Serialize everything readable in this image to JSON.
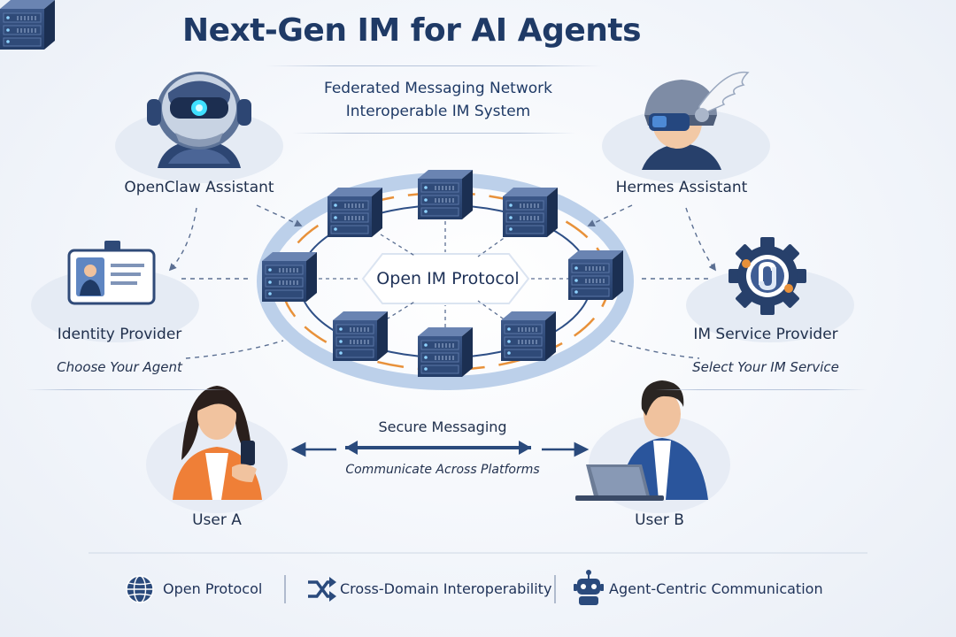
{
  "header": {
    "title": "Next-Gen IM for AI Agents",
    "subtitle_line1": "Federated Messaging Network",
    "subtitle_line2": "Interoperable IM System"
  },
  "nodes": {
    "openclaw": "OpenClaw Assistant",
    "hermes": "Hermes Assistant",
    "identity_provider": "Identity Provider",
    "identity_caption": "Choose Your Agent",
    "im_service_provider": "IM Service Provider",
    "im_service_caption": "Select Your IM Service",
    "protocol": "Open IM Protocol",
    "user_a": "User A",
    "user_b": "User B"
  },
  "messaging": {
    "title": "Secure Messaging",
    "caption": "Communicate Across Platforms"
  },
  "footer": [
    {
      "icon": "globe-icon",
      "label": "Open Protocol"
    },
    {
      "icon": "cross-arrows-icon",
      "label": "Cross-Domain Interoperability"
    },
    {
      "icon": "robot-icon",
      "label": "Agent-Centric Communication"
    }
  ],
  "colors": {
    "navy": "#1f3a66",
    "accent_orange": "#e8913a",
    "ring_blue": "#a9c0e0",
    "server_dark": "#2f4a78"
  }
}
